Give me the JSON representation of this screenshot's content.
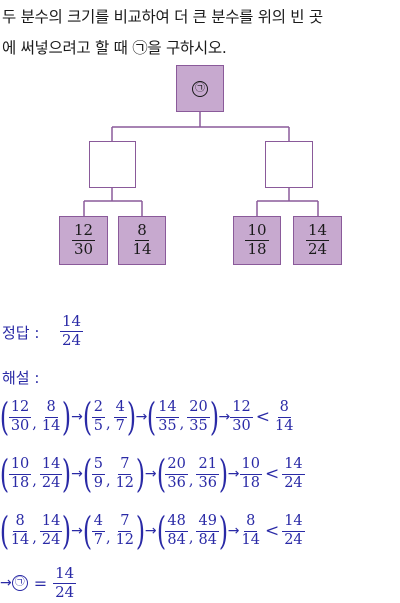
{
  "question": {
    "line1": "두 분수의 크기를 비교하여 더 큰 분수를 위의 빈 곳",
    "line2": "에 써넣으려고 할 때 ㉠을 구하시오."
  },
  "tree": {
    "root_label": "㉠",
    "leaves": [
      {
        "num": "12",
        "den": "30"
      },
      {
        "num": "8",
        "den": "14"
      },
      {
        "num": "10",
        "den": "18"
      },
      {
        "num": "14",
        "den": "24"
      }
    ],
    "colors": {
      "fill": "#c7a9cf",
      "border": "#8a5a9a"
    }
  },
  "answer": {
    "label": "정답 :",
    "num": "14",
    "den": "24"
  },
  "explanation": {
    "label": "해설 :",
    "lines": [
      {
        "a": {
          "num": "12",
          "den": "30"
        },
        "b": {
          "num": "8",
          "den": "14"
        },
        "c": {
          "num": "2",
          "den": "5"
        },
        "d": {
          "num": "4",
          "den": "7"
        },
        "e": {
          "num": "14",
          "den": "35"
        },
        "f": {
          "num": "20",
          "den": "35"
        },
        "g": {
          "num": "12",
          "den": "30"
        },
        "h": {
          "num": "8",
          "den": "14"
        }
      },
      {
        "a": {
          "num": "10",
          "den": "18"
        },
        "b": {
          "num": "14",
          "den": "24"
        },
        "c": {
          "num": "5",
          "den": "9"
        },
        "d": {
          "num": "7",
          "den": "12"
        },
        "e": {
          "num": "20",
          "den": "36"
        },
        "f": {
          "num": "21",
          "den": "36"
        },
        "g": {
          "num": "10",
          "den": "18"
        },
        "h": {
          "num": "14",
          "den": "24"
        }
      },
      {
        "a": {
          "num": "8",
          "den": "14"
        },
        "b": {
          "num": "14",
          "den": "24"
        },
        "c": {
          "num": "4",
          "den": "7"
        },
        "d": {
          "num": "7",
          "den": "12"
        },
        "e": {
          "num": "48",
          "den": "84"
        },
        "f": {
          "num": "49",
          "den": "84"
        },
        "g": {
          "num": "8",
          "den": "14"
        },
        "h": {
          "num": "14",
          "den": "24"
        }
      }
    ],
    "final": {
      "arrow": "→",
      "mark": "㉠",
      "equals": "=",
      "num": "14",
      "den": "24"
    },
    "symbols": {
      "arrow": "→",
      "less_than": "<",
      "comma": ",",
      "lparen": "(",
      "rparen": ")"
    }
  },
  "text_color": "#2a2aa6"
}
